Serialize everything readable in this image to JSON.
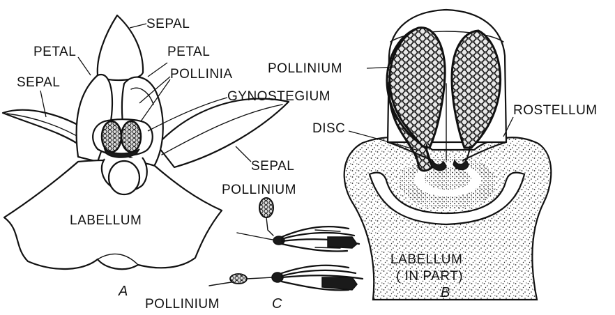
{
  "labels": {
    "sepal_top": "SEPAL",
    "petal_left": "PETAL",
    "petal_right": "PETAL",
    "pollinia": "POLLINIA",
    "sepal_left": "SEPAL",
    "gynostegium": "GYNOSTEGIUM",
    "sepal_right": "SEPAL",
    "labellum": "LABELLUM",
    "pollinium_c_top": "POLLINIUM",
    "pollinium_c_bottom": "POLLINIUM",
    "pollinium_b": "POLLINIUM",
    "rostellum": "ROSTELLUM",
    "disc": "DISC",
    "labellum_part_line1": "LABELLUM",
    "labellum_part_line2": "( IN PART)"
  },
  "panels": {
    "a": "A",
    "b": "B",
    "c": "C"
  }
}
